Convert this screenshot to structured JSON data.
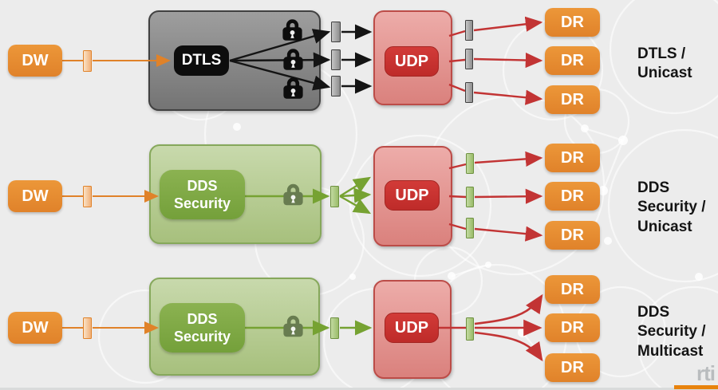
{
  "colors": {
    "background": "#ECECEC",
    "orange_node": "#E58A2C",
    "gray_container": "#8C8C8C",
    "black_box": "#0D0D0D",
    "green_container": "#B7CC8F",
    "green_box": "#7DA942",
    "green_arrow": "#76A232",
    "pink_container": "#E29A97",
    "red_box": "#C9302E",
    "red_arrow": "#C23434",
    "label_text": "#141414",
    "logo_gray": "#B9BCBE",
    "logo_bar_orange": "#E8830D"
  },
  "icons": {
    "security": "padlock-icon",
    "port": "port-connector"
  },
  "rows": [
    {
      "writer": "DW",
      "security": "DTLS",
      "transport": "UDP",
      "readers": [
        "DR",
        "DR",
        "DR"
      ],
      "label_lines": [
        "DTLS /",
        "Unicast"
      ]
    },
    {
      "writer": "DW",
      "security": "DDS Security",
      "transport": "UDP",
      "readers": [
        "DR",
        "DR",
        "DR"
      ],
      "label_lines": [
        "DDS",
        "Security /",
        "Unicast"
      ]
    },
    {
      "writer": "DW",
      "security": "DDS Security",
      "transport": "UDP",
      "readers": [
        "DR",
        "DR",
        "DR"
      ],
      "label_lines": [
        "DDS",
        "Security /",
        "Multicast"
      ]
    }
  ],
  "logo": {
    "text": "rti"
  }
}
